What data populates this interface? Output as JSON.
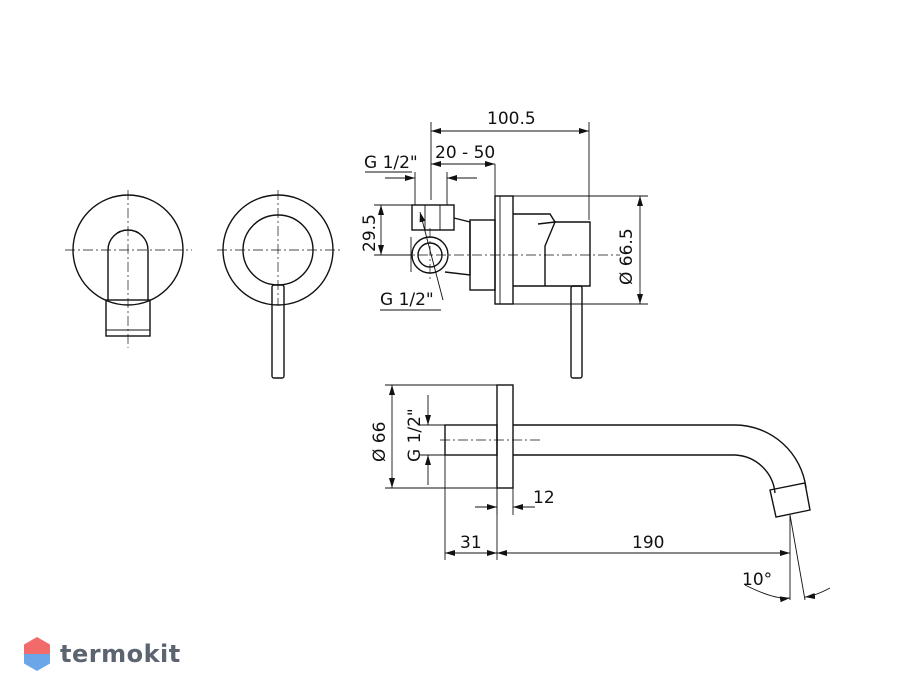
{
  "dimensions": {
    "total_length": "100.5",
    "wall_range": "20 - 50",
    "thread_top": "G 1/2\"",
    "thread_bottom": "G 1/2\"",
    "height_inlet": "29.5",
    "diameter_plate": "Ø 66.5",
    "diameter_spout_plate": "Ø 66",
    "thread_spout": "G 1/2\"",
    "plate_thickness": "12",
    "spout_offset": "31",
    "spout_length": "190",
    "spout_angle": "10°"
  },
  "brand": {
    "name": "termokit",
    "colors": {
      "top": "#f26b6b",
      "bottom": "#6aa6e8",
      "text": "#5c6470"
    }
  }
}
